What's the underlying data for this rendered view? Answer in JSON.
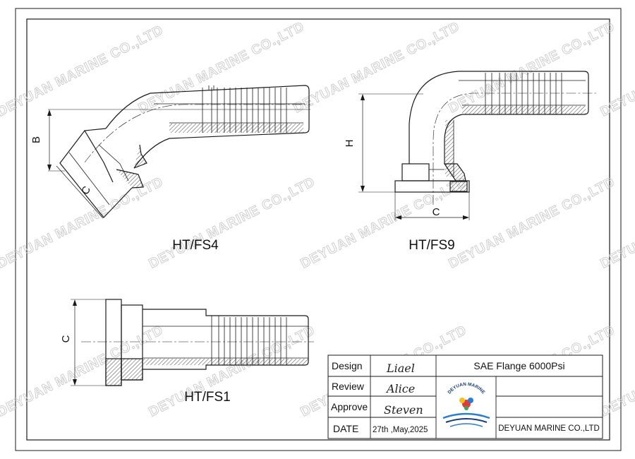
{
  "watermark": "DEYUAN MARINE CO.,LTD",
  "parts": {
    "fs4": {
      "label": "HT/FS4",
      "dim_b": "B",
      "dim_c": "C"
    },
    "fs9": {
      "label": "HT/FS9",
      "dim_h": "H",
      "dim_c": "C"
    },
    "fs1": {
      "label": "HT/FS1",
      "dim_c": "C"
    }
  },
  "title_block": {
    "design_label": "Design",
    "review_label": "Review",
    "approve_label": "Approve",
    "date_label": "DATE",
    "designer": "Liael",
    "reviewer": "Alice",
    "approver": "Steven",
    "date": "27th ,May,2025",
    "title": "SAE Flange 6000Psi",
    "company": "DEYUAN MARINE CO.,LTD",
    "logo_text": "DEYUAN MARINE"
  },
  "colors": {
    "line": "#1a1a1a",
    "hatch": "#333333",
    "watermark": "#c9c9c9",
    "logo_red": "#e23b3b",
    "logo_blue": "#2a7fd0",
    "logo_yellow": "#f4c21a",
    "logo_green": "#3aa55c"
  }
}
